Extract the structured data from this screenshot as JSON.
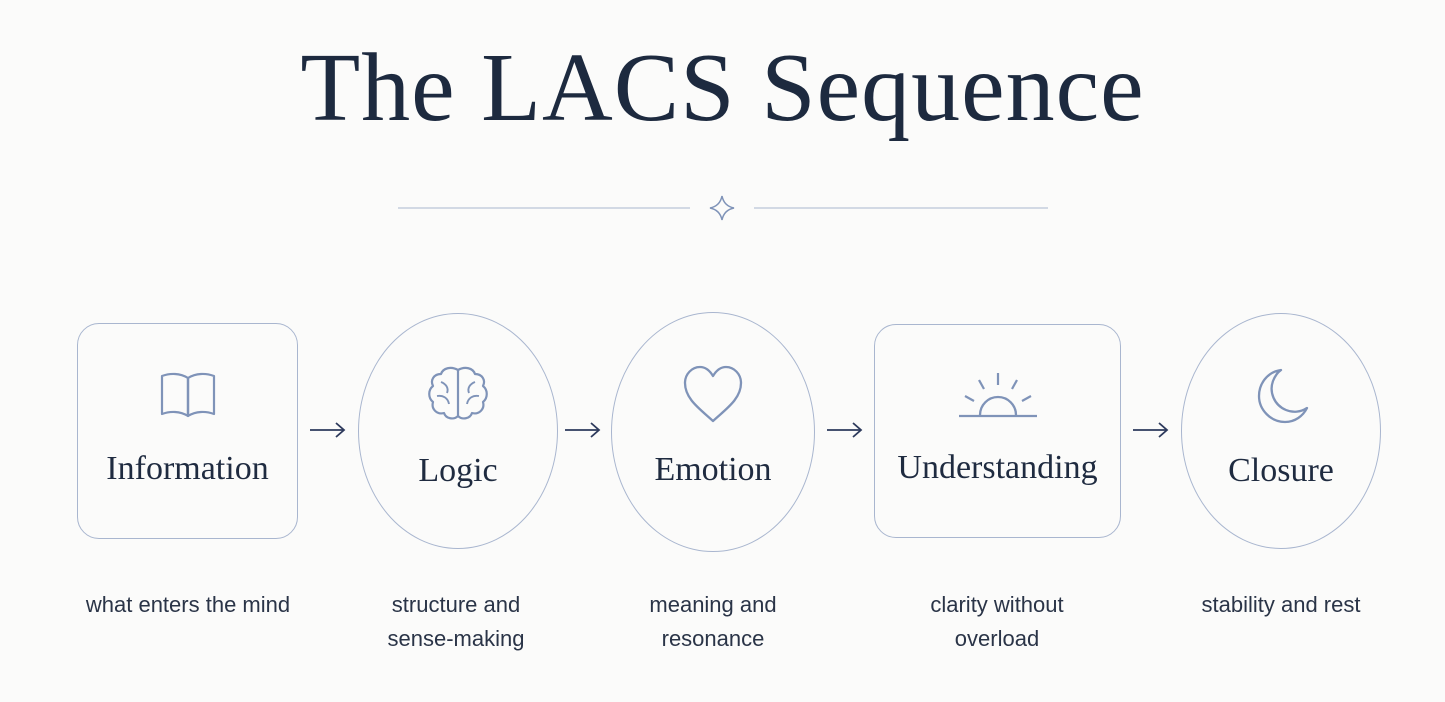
{
  "title": "The LACS Sequence",
  "colors": {
    "title": "#1d2a3f",
    "outline": "#a9b6cf",
    "icon": "#7f93b8",
    "arrow": "#2d3a5c",
    "background": "#fbfbfa"
  },
  "stages": [
    {
      "label": "Information",
      "icon": "open-book-icon",
      "caption_lines": [
        "what enters the mind"
      ]
    },
    {
      "label": "Logic",
      "icon": "brain-icon",
      "caption_lines": [
        "structure and",
        "sense-making"
      ]
    },
    {
      "label": "Emotion",
      "icon": "heart-icon",
      "caption_lines": [
        "meaning and",
        "resonance"
      ]
    },
    {
      "label": "Understanding",
      "icon": "sunrise-icon",
      "caption_lines": [
        "clarity without",
        "overload"
      ]
    },
    {
      "label": "Closure",
      "icon": "crescent-moon-icon",
      "caption_lines": [
        "stability and rest"
      ]
    }
  ]
}
